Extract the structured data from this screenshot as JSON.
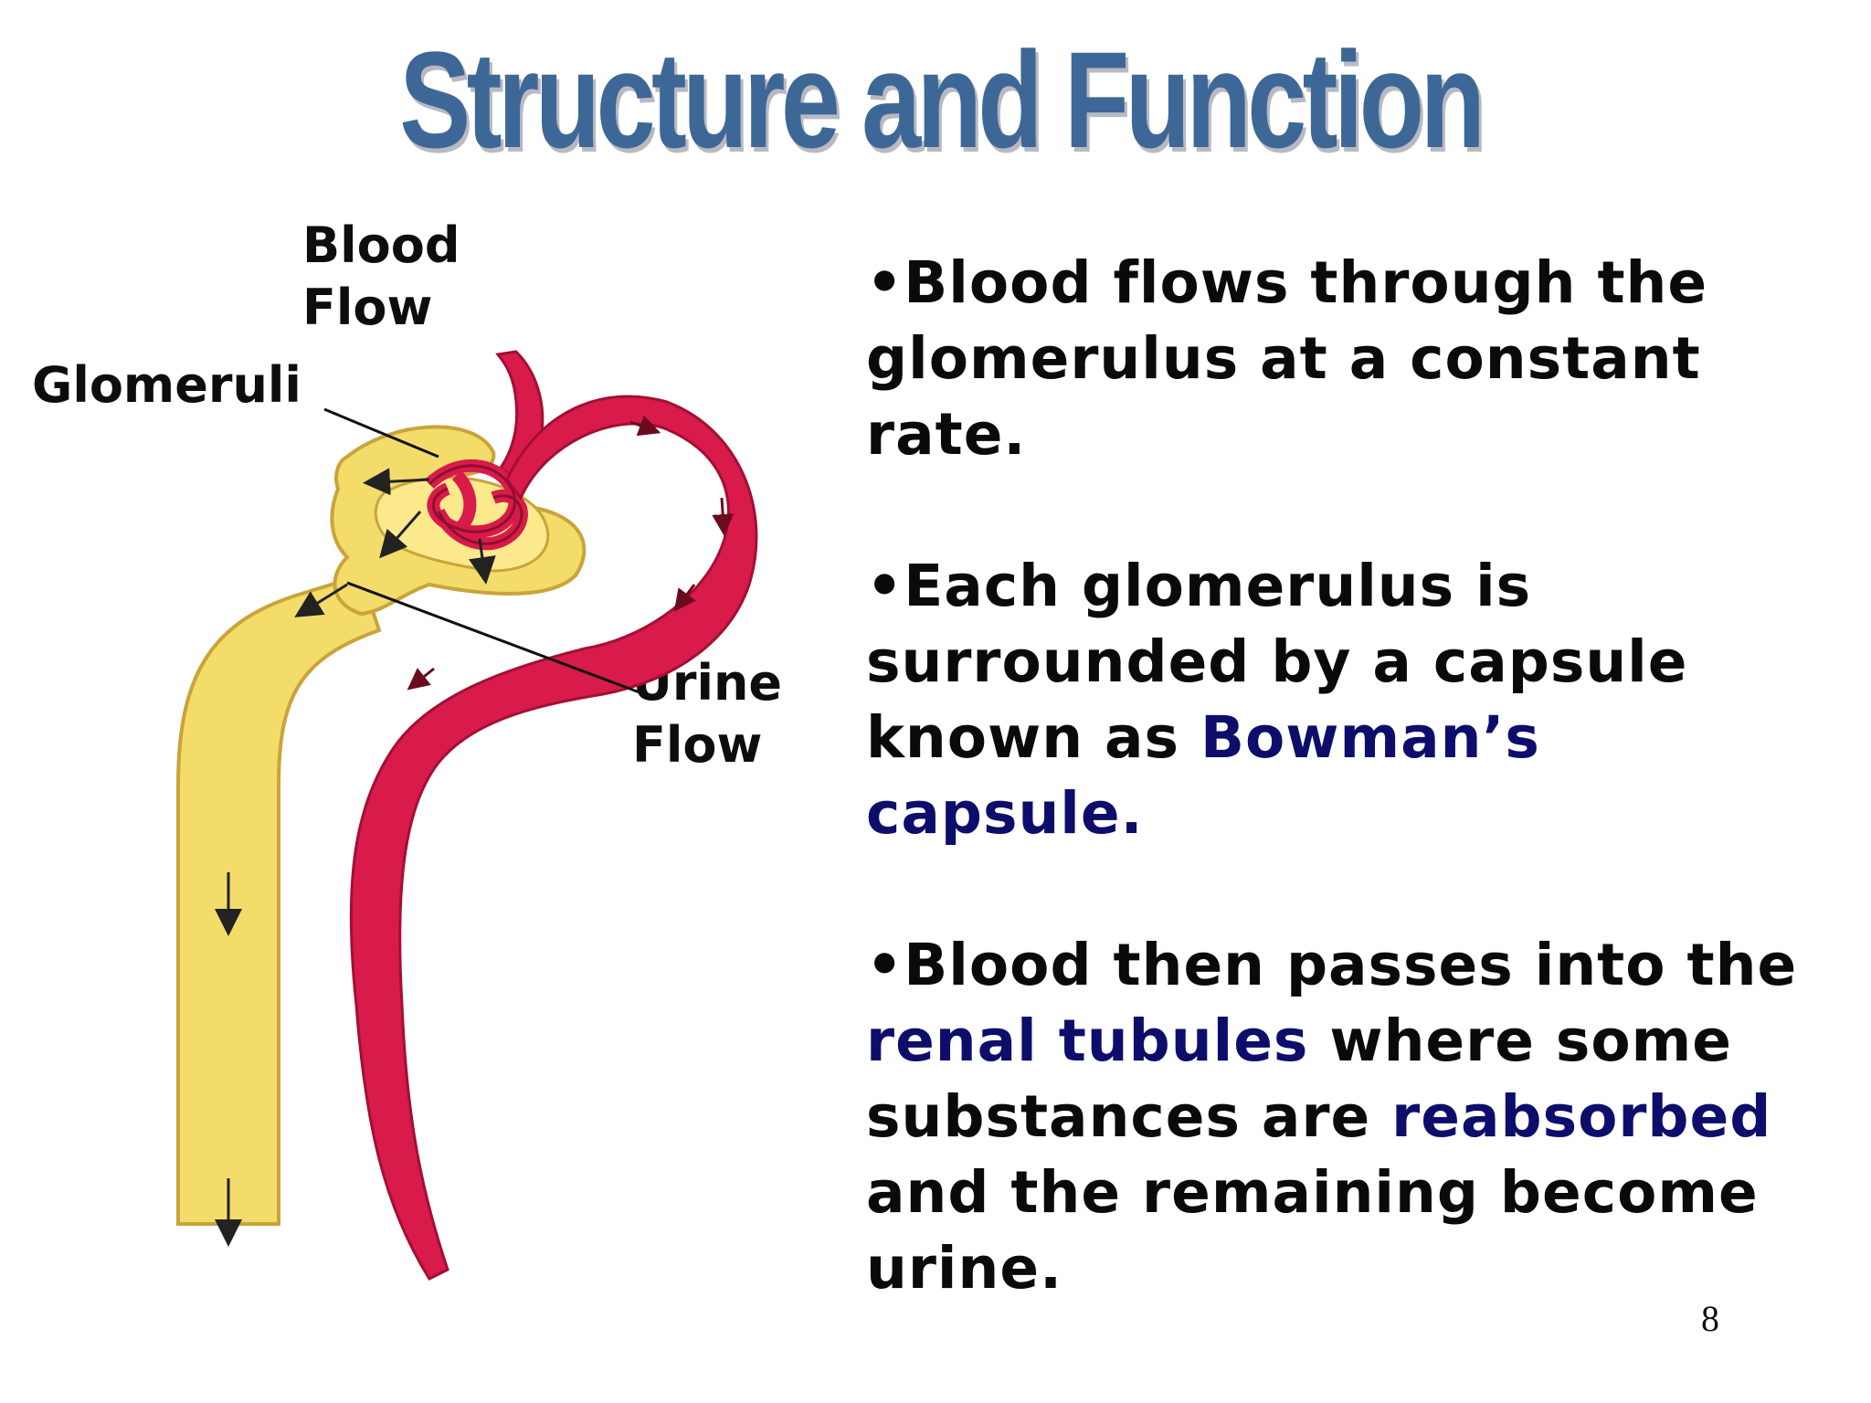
{
  "title": "Structure and Function",
  "labels": {
    "blood_flow_line1": "Blood",
    "blood_flow_line2": "Flow",
    "glomeruli": "Glomeruli",
    "urine_flow_line1": "Urine",
    "urine_flow_line2": "Flow"
  },
  "bullets": [
    {
      "prefix": "•Blood flows through the glomerulus at a constant rate."
    },
    {
      "prefix": "•Each glomerulus is surrounded by a capsule known as ",
      "highlight": "Bowman’s capsule."
    },
    {
      "prefix": "•Blood then passes into the ",
      "highlight1": "renal tubules",
      "middle": " where some substances are ",
      "highlight2": "reabsorbed",
      "suffix": " and the remaining become urine."
    }
  ],
  "page_number": "8",
  "colors": {
    "title": "#3d6796",
    "highlight": "#0d0d6b",
    "blood_vessel": "#d81b4a",
    "tubule": "#f3dc6a"
  }
}
